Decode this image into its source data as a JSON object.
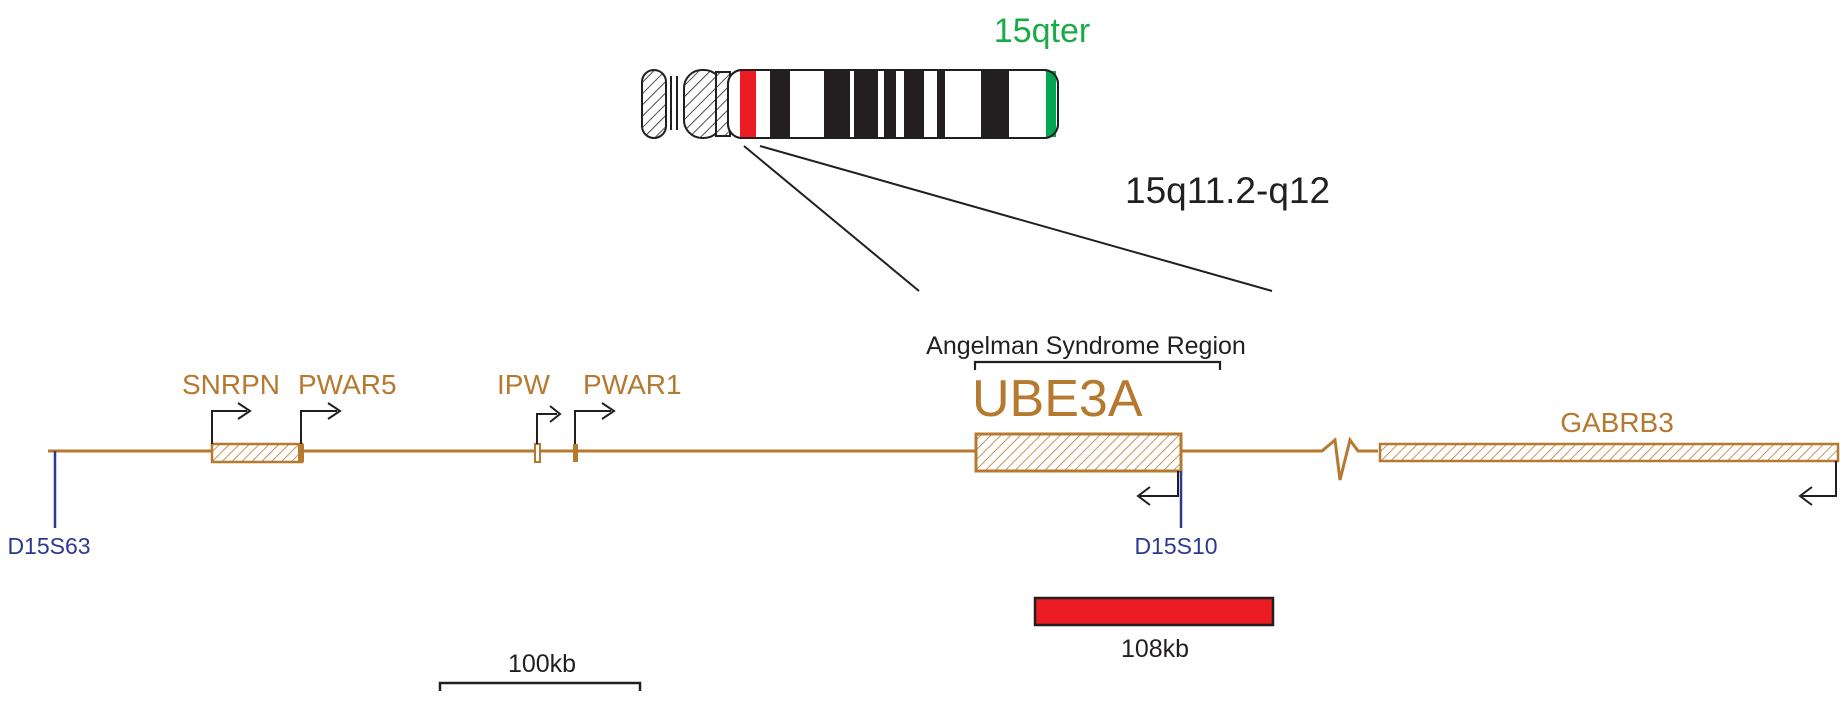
{
  "chromosome": {
    "qter_label": "15qter",
    "region_label": "15q11.2-q12"
  },
  "region": {
    "label": "Angelman Syndrome Region"
  },
  "genes": {
    "snrpn": "SNRPN",
    "pwar5": "PWAR5",
    "ipw": "IPW",
    "pwar1": "PWAR1",
    "ube3a": "UBE3A",
    "gabrb3": "GABRB3"
  },
  "markers": {
    "d15s63": "D15S63",
    "d15s10": "D15S10"
  },
  "probe": {
    "label": "108kb"
  },
  "scale": {
    "label": "100kb"
  },
  "colors": {
    "gene": "#b5792f",
    "marker": "#2b3990",
    "qter": "#1aab48",
    "probe": "#ed1c24",
    "centromere_band": "#ed1c24",
    "qter_band": "#00a651",
    "text": "#231f20"
  }
}
